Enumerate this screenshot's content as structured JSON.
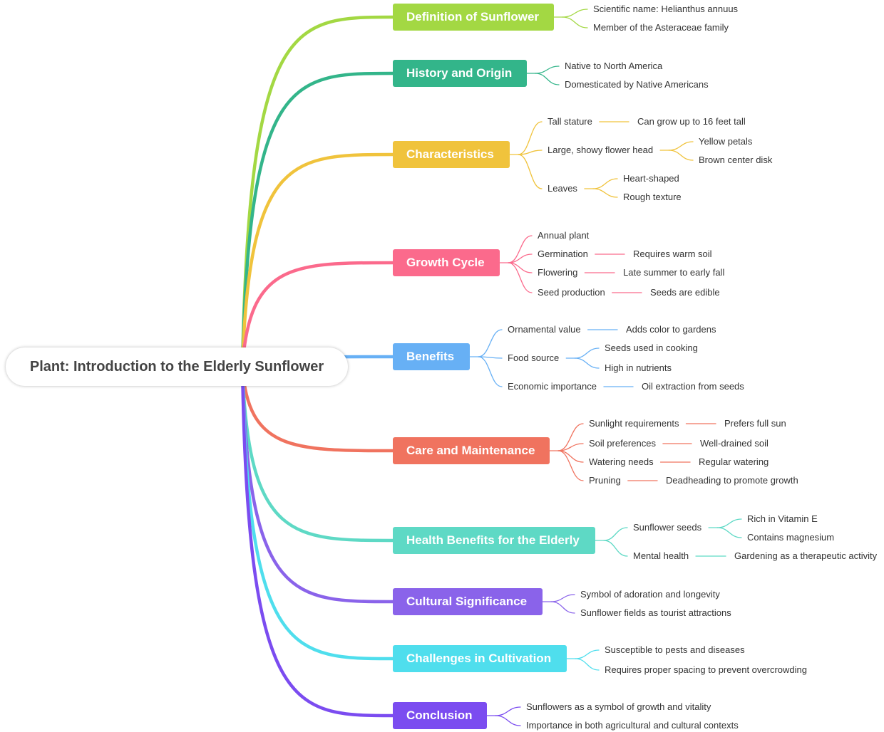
{
  "root": "Plant: Introduction to the Elderly Sunflower",
  "branches": [
    {
      "label": "Definition of Sunflower",
      "color": "#a3d843",
      "children": [
        {
          "label": "Scientific name: Helianthus annuus"
        },
        {
          "label": "Member of the Asteraceae family"
        }
      ]
    },
    {
      "label": "History and Origin",
      "color": "#33b58a",
      "children": [
        {
          "label": "Native to North America"
        },
        {
          "label": "Domesticated by Native Americans"
        }
      ]
    },
    {
      "label": "Characteristics",
      "color": "#f0c33c",
      "children": [
        {
          "label": "Tall stature",
          "children": [
            {
              "label": "Can grow up to 16 feet tall"
            }
          ]
        },
        {
          "label": "Large, showy flower head",
          "children": [
            {
              "label": "Yellow petals"
            },
            {
              "label": "Brown center disk"
            }
          ]
        },
        {
          "label": "Leaves",
          "children": [
            {
              "label": "Heart-shaped"
            },
            {
              "label": "Rough texture"
            }
          ]
        }
      ]
    },
    {
      "label": "Growth Cycle",
      "color": "#fb6a8c",
      "children": [
        {
          "label": "Annual plant"
        },
        {
          "label": "Germination",
          "children": [
            {
              "label": "Requires warm soil"
            }
          ]
        },
        {
          "label": "Flowering",
          "children": [
            {
              "label": "Late summer to early fall"
            }
          ]
        },
        {
          "label": "Seed production",
          "children": [
            {
              "label": "Seeds are edible"
            }
          ]
        }
      ]
    },
    {
      "label": "Benefits",
      "color": "#67b0f5",
      "children": [
        {
          "label": "Ornamental value",
          "children": [
            {
              "label": "Adds color to gardens"
            }
          ]
        },
        {
          "label": "Food source",
          "children": [
            {
              "label": "Seeds used in cooking"
            },
            {
              "label": "High in nutrients"
            }
          ]
        },
        {
          "label": "Economic importance",
          "children": [
            {
              "label": "Oil extraction from seeds"
            }
          ]
        }
      ]
    },
    {
      "label": "Care and Maintenance",
      "color": "#f0735f",
      "children": [
        {
          "label": "Sunlight requirements",
          "children": [
            {
              "label": "Prefers full sun"
            }
          ]
        },
        {
          "label": "Soil preferences",
          "children": [
            {
              "label": "Well-drained soil"
            }
          ]
        },
        {
          "label": "Watering needs",
          "children": [
            {
              "label": "Regular watering"
            }
          ]
        },
        {
          "label": "Pruning",
          "children": [
            {
              "label": "Deadheading to promote growth"
            }
          ]
        }
      ]
    },
    {
      "label": "Health Benefits for the Elderly",
      "color": "#5ed9c5",
      "children": [
        {
          "label": "Sunflower seeds",
          "children": [
            {
              "label": "Rich in Vitamin E"
            },
            {
              "label": "Contains magnesium"
            }
          ]
        },
        {
          "label": "Mental health",
          "children": [
            {
              "label": "Gardening as a therapeutic activity"
            }
          ]
        }
      ]
    },
    {
      "label": "Cultural Significance",
      "color": "#8a63ea",
      "children": [
        {
          "label": "Symbol of adoration and longevity"
        },
        {
          "label": "Sunflower fields as tourist attractions"
        }
      ]
    },
    {
      "label": "Challenges in Cultivation",
      "color": "#4fdeed",
      "children": [
        {
          "label": "Susceptible to pests and diseases"
        },
        {
          "label": "Requires proper spacing to prevent overcrowding"
        }
      ]
    },
    {
      "label": "Conclusion",
      "color": "#7b4cf0",
      "children": [
        {
          "label": "Sunflowers as a symbol of growth and vitality"
        },
        {
          "label": "Importance in both agricultural and cultural contexts"
        }
      ]
    }
  ]
}
